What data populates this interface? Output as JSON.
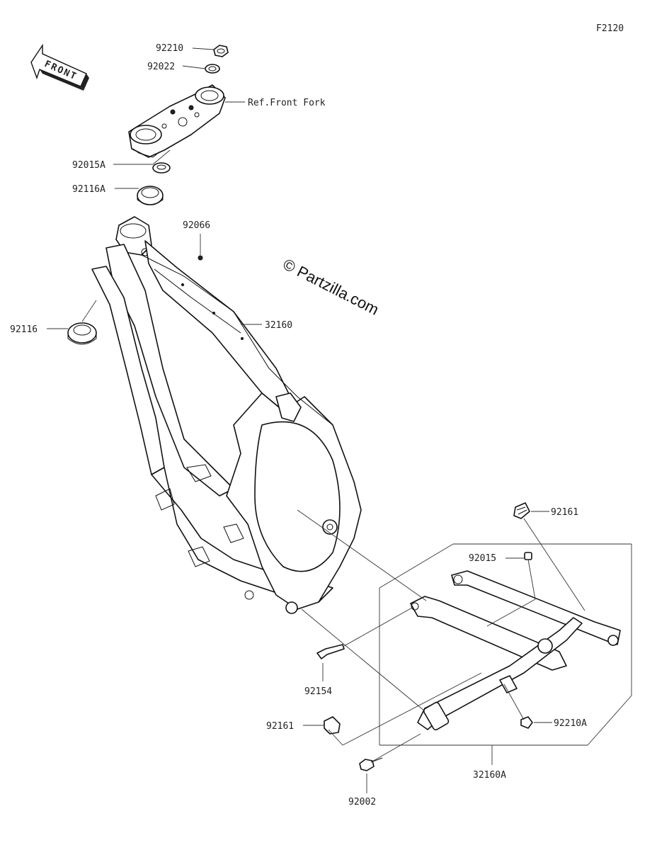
{
  "diagram": {
    "code": "F2120",
    "front_label": "FRONT",
    "watermark": "© Partzilla.com",
    "ref_label": "Ref.Front Fork",
    "parts": {
      "p92210": "92210",
      "p92022": "92022",
      "p92015A": "92015A",
      "p92116A": "92116A",
      "p92066": "92066",
      "p92116": "92116",
      "p32160": "32160",
      "p92161_top": "92161",
      "p92015": "92015",
      "p92154": "92154",
      "p92210A": "92210A",
      "p92161_bottom": "92161",
      "p32160A": "32160A",
      "p92002": "92002"
    }
  }
}
